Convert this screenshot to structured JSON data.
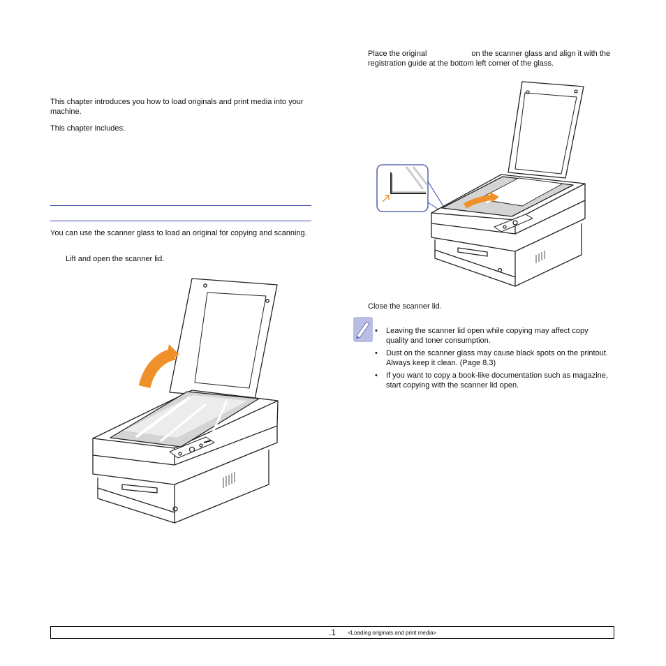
{
  "left_column": {
    "intro": "This chapter introduces you how to load originals and print media into your machine.",
    "includes": "This chapter includes:",
    "glass_intro": "You can use the scanner glass to load an original for copying and scanning.",
    "step1": "Lift and open the scanner lid."
  },
  "right_column": {
    "step2_part1": "Place the original",
    "step2_part2": "on the scanner glass and align it with the registration guide at the bottom left corner of the glass.",
    "step3": "Close the scanner lid."
  },
  "note": {
    "icon": "note-pencil-icon",
    "items": [
      "Leaving the scanner lid open while copying may affect copy quality and toner consumption.",
      "Dust on the scanner glass may cause black spots on the printout. Always keep it clean. (Page 8.3)",
      "If you want to copy a book-like documentation such as magazine, start copying with the scanner lid open."
    ]
  },
  "footer": {
    "page_number": ".1",
    "chapter": "<Loading originals and print media>"
  },
  "colors": {
    "rule": "#3b4aa6",
    "arrow": "#f0902a"
  }
}
